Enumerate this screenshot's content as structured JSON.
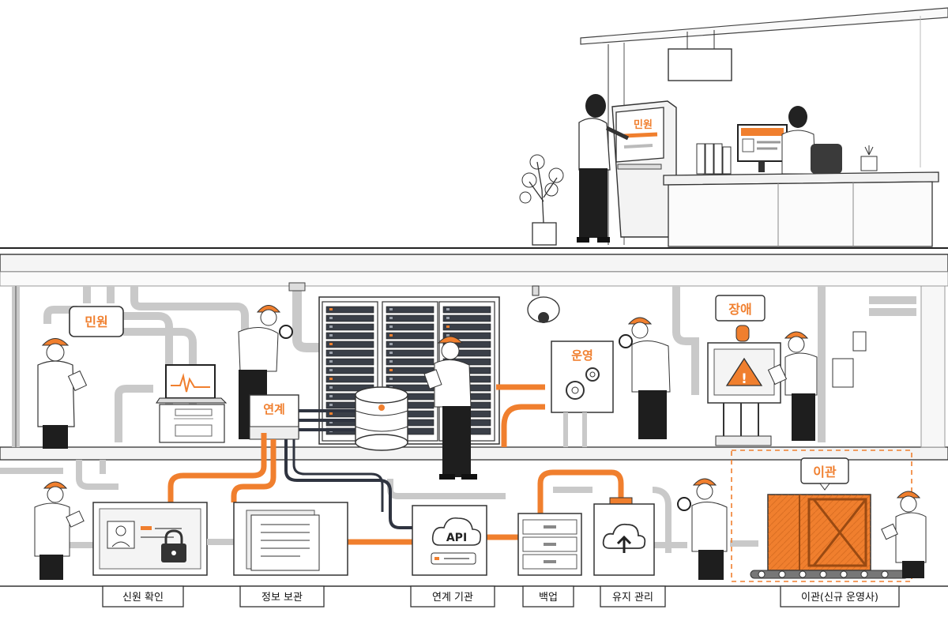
{
  "colors": {
    "accent": "#f07f2e",
    "line": "#2b2b2b",
    "pipe_grey": "#c9c9c9",
    "pipe_dark": "#2f3440",
    "panel": "#f4f4f4",
    "white": "#ffffff"
  },
  "top_floor": {
    "kiosk_label": "민원"
  },
  "mid_floor": {
    "tag_civil": "민원",
    "tag_link": "연계",
    "tag_ops": "운영",
    "tag_fault": "장애"
  },
  "lower_floor": {
    "tag_migration": "이관",
    "api_label": "API"
  },
  "labels": [
    "신원 확인",
    "정보 보관",
    "연계 기관",
    "백업",
    "유지 관리",
    "이관(신규 운영사)"
  ],
  "icons": {
    "fault": "warning-icon",
    "ops": "gear-icon",
    "cloud": "cloud-upload-icon",
    "lock": "lock-icon",
    "id": "id-card-icon"
  }
}
